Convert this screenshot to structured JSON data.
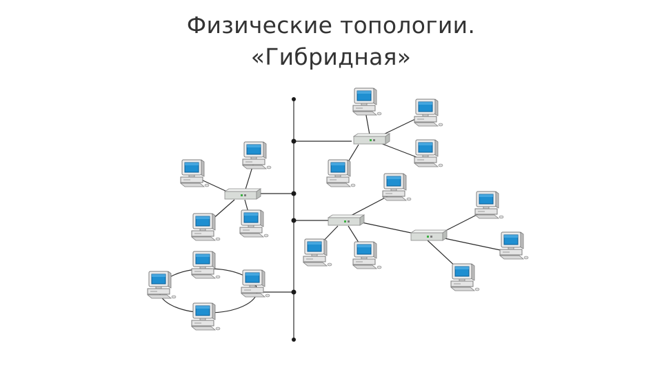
{
  "slide": {
    "title_line1": "Физические топологии.",
    "title_line2": "«Гибридная»"
  },
  "diagram": {
    "segments": [
      {
        "from": "backbone-tap-1",
        "to": "hub-1"
      },
      {
        "from": "hub-1",
        "to": "pc-h1-1"
      },
      {
        "from": "hub-1",
        "to": "pc-h1-2"
      },
      {
        "from": "hub-1",
        "to": "pc-h1-3"
      },
      {
        "from": "hub-1",
        "to": "pc-h1-4"
      },
      {
        "from": "backbone-tap-2",
        "to": "hub-2"
      },
      {
        "from": "hub-2",
        "to": "pc-h2-1"
      },
      {
        "from": "hub-2",
        "to": "pc-h2-2"
      },
      {
        "from": "hub-2",
        "to": "pc-h2-3"
      },
      {
        "from": "hub-2",
        "to": "pc-h2-4"
      },
      {
        "from": "backbone-tap-3",
        "to": "hub-3"
      },
      {
        "from": "hub-3",
        "to": "pc-h3-1"
      },
      {
        "from": "hub-3",
        "to": "pc-h3-2"
      },
      {
        "from": "hub-3",
        "to": "pc-h3-3"
      },
      {
        "from": "hub-3",
        "to": "hub-4"
      },
      {
        "from": "hub-4",
        "to": "pc-h4-1"
      },
      {
        "from": "hub-4",
        "to": "pc-h4-2"
      },
      {
        "from": "hub-4",
        "to": "pc-h4-3"
      },
      {
        "from": "backbone-tap-4",
        "to": "ring"
      }
    ],
    "ring_nodes": [
      "pc-ring-top",
      "pc-ring-right",
      "pc-ring-bottom",
      "pc-ring-left"
    ],
    "colors": {
      "line": "#2b2b2b",
      "screen": "#1f8fd1",
      "screen_dark": "#0b5d94",
      "case": "#e9e9e9",
      "case_edge": "#8a8a8a",
      "hub": "#d8dcd8",
      "hub_led": "#3cb043"
    }
  }
}
